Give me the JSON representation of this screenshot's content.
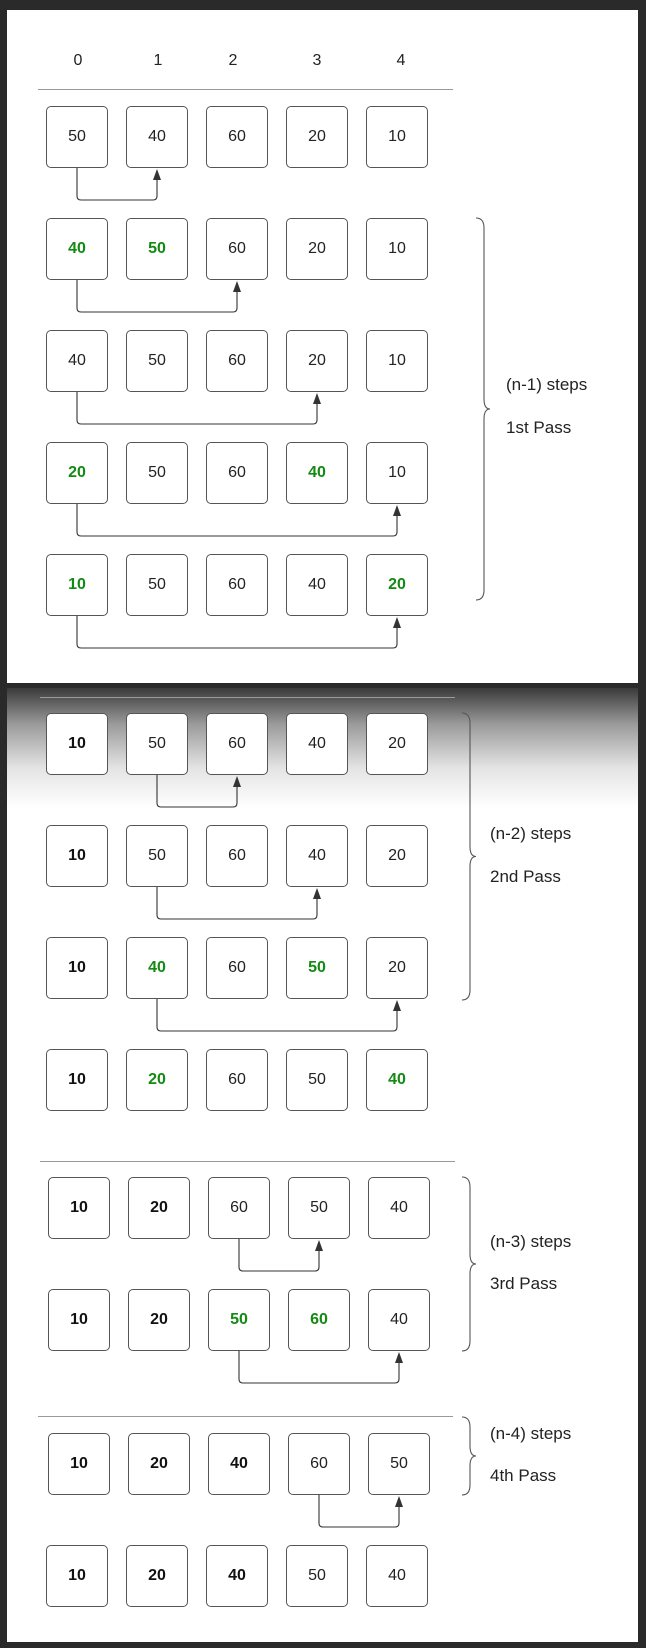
{
  "indices": [
    "0",
    "1",
    "2",
    "3",
    "4"
  ],
  "rows": [
    {
      "cells": [
        "50",
        "40",
        "60",
        "20",
        "10"
      ],
      "swap": [],
      "sorted": []
    },
    {
      "cells": [
        "40",
        "50",
        "60",
        "20",
        "10"
      ],
      "swap": [
        0,
        1
      ],
      "sorted": []
    },
    {
      "cells": [
        "40",
        "50",
        "60",
        "20",
        "10"
      ],
      "swap": [],
      "sorted": []
    },
    {
      "cells": [
        "20",
        "50",
        "60",
        "40",
        "10"
      ],
      "swap": [
        0,
        3
      ],
      "sorted": []
    },
    {
      "cells": [
        "10",
        "50",
        "60",
        "40",
        "20"
      ],
      "swap": [
        0,
        4
      ],
      "sorted": []
    },
    {
      "cells": [
        "10",
        "50",
        "60",
        "40",
        "20"
      ],
      "swap": [],
      "sorted": [
        0
      ]
    },
    {
      "cells": [
        "10",
        "50",
        "60",
        "40",
        "20"
      ],
      "swap": [],
      "sorted": [
        0
      ]
    },
    {
      "cells": [
        "10",
        "40",
        "60",
        "50",
        "20"
      ],
      "swap": [
        1,
        3
      ],
      "sorted": [
        0
      ]
    },
    {
      "cells": [
        "10",
        "20",
        "60",
        "50",
        "40"
      ],
      "swap": [
        1,
        4
      ],
      "sorted": [
        0
      ]
    },
    {
      "cells": [
        "10",
        "20",
        "60",
        "50",
        "40"
      ],
      "swap": [],
      "sorted": [
        0,
        1
      ]
    },
    {
      "cells": [
        "10",
        "20",
        "50",
        "60",
        "40"
      ],
      "swap": [
        2,
        3
      ],
      "sorted": [
        0,
        1
      ]
    },
    {
      "cells": [
        "10",
        "20",
        "40",
        "60",
        "50"
      ],
      "swap": [],
      "sorted": [
        0,
        1,
        2
      ]
    },
    {
      "cells": [
        "10",
        "20",
        "40",
        "50",
        "40"
      ],
      "swap": [],
      "sorted": [
        0,
        1,
        2
      ]
    }
  ],
  "comparisons": [
    {
      "row": 0,
      "from": 0,
      "to": 1
    },
    {
      "row": 1,
      "from": 0,
      "to": 2
    },
    {
      "row": 2,
      "from": 0,
      "to": 3
    },
    {
      "row": 3,
      "from": 0,
      "to": 4
    },
    {
      "row": 4,
      "from": 0,
      "to": 4
    },
    {
      "row": 5,
      "from": 1,
      "to": 2
    },
    {
      "row": 6,
      "from": 1,
      "to": 3
    },
    {
      "row": 7,
      "from": 1,
      "to": 4
    },
    {
      "row": 9,
      "from": 2,
      "to": 3
    },
    {
      "row": 10,
      "from": 2,
      "to": 4
    },
    {
      "row": 11,
      "from": 3,
      "to": 4
    }
  ],
  "passes": [
    {
      "steps": "(n-1) steps",
      "name": "1st Pass"
    },
    {
      "steps": "(n-2) steps",
      "name": "2nd Pass"
    },
    {
      "steps": "(n-3) steps",
      "name": "3rd Pass"
    },
    {
      "steps": "(n-4) steps",
      "name": "4th Pass"
    }
  ],
  "colors": {
    "swap": "#138a13",
    "border": "#555555",
    "arrow": "#333333"
  }
}
